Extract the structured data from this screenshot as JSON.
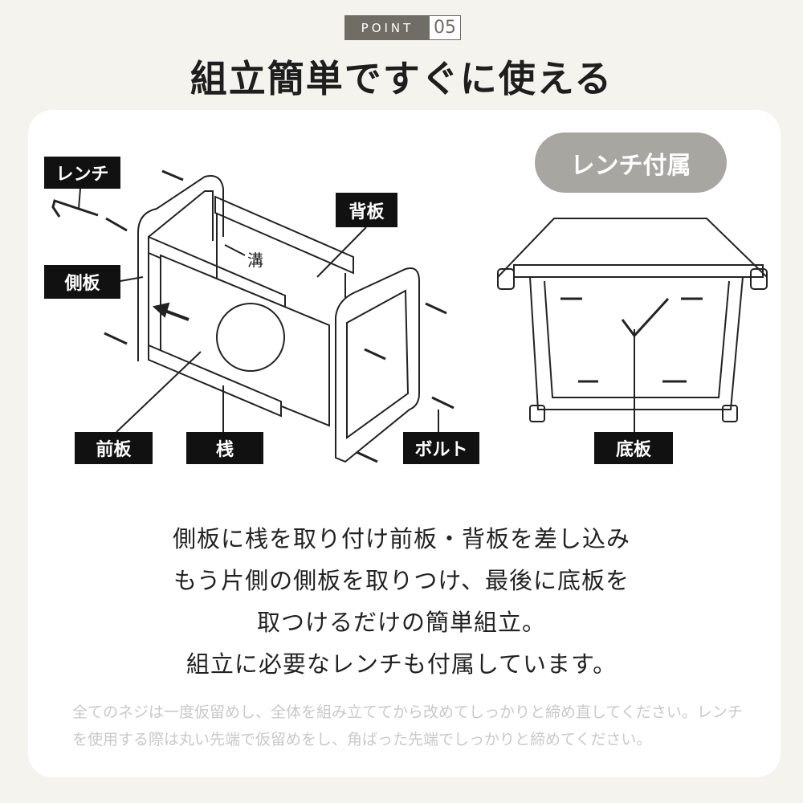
{
  "badge": {
    "label": "POINT",
    "number": "05"
  },
  "title": "組立簡単ですぐに使える",
  "labels": {
    "wrench": "レンチ",
    "side_panel": "側板",
    "back_panel": "背板",
    "front_panel": "前板",
    "rail": "桟",
    "bolt": "ボルト",
    "bottom_panel": "底板",
    "groove": "溝",
    "wrench_included": "レンチ付属"
  },
  "description": [
    "側板に桟を取り付け前板・背板を差し込み",
    "もう片側の側板を取りつけ、最後に底板を",
    "取つけるだけの簡単組立。",
    "組立に必要なレンチも付属しています。"
  ],
  "note": "全てのネジは一度仮留めし、全体を組み立ててから改めてしっかりと締め直してください。レンチを使用する際は丸い先端で仮留めをし、角ばった先端でしっかりと締めてください。"
}
